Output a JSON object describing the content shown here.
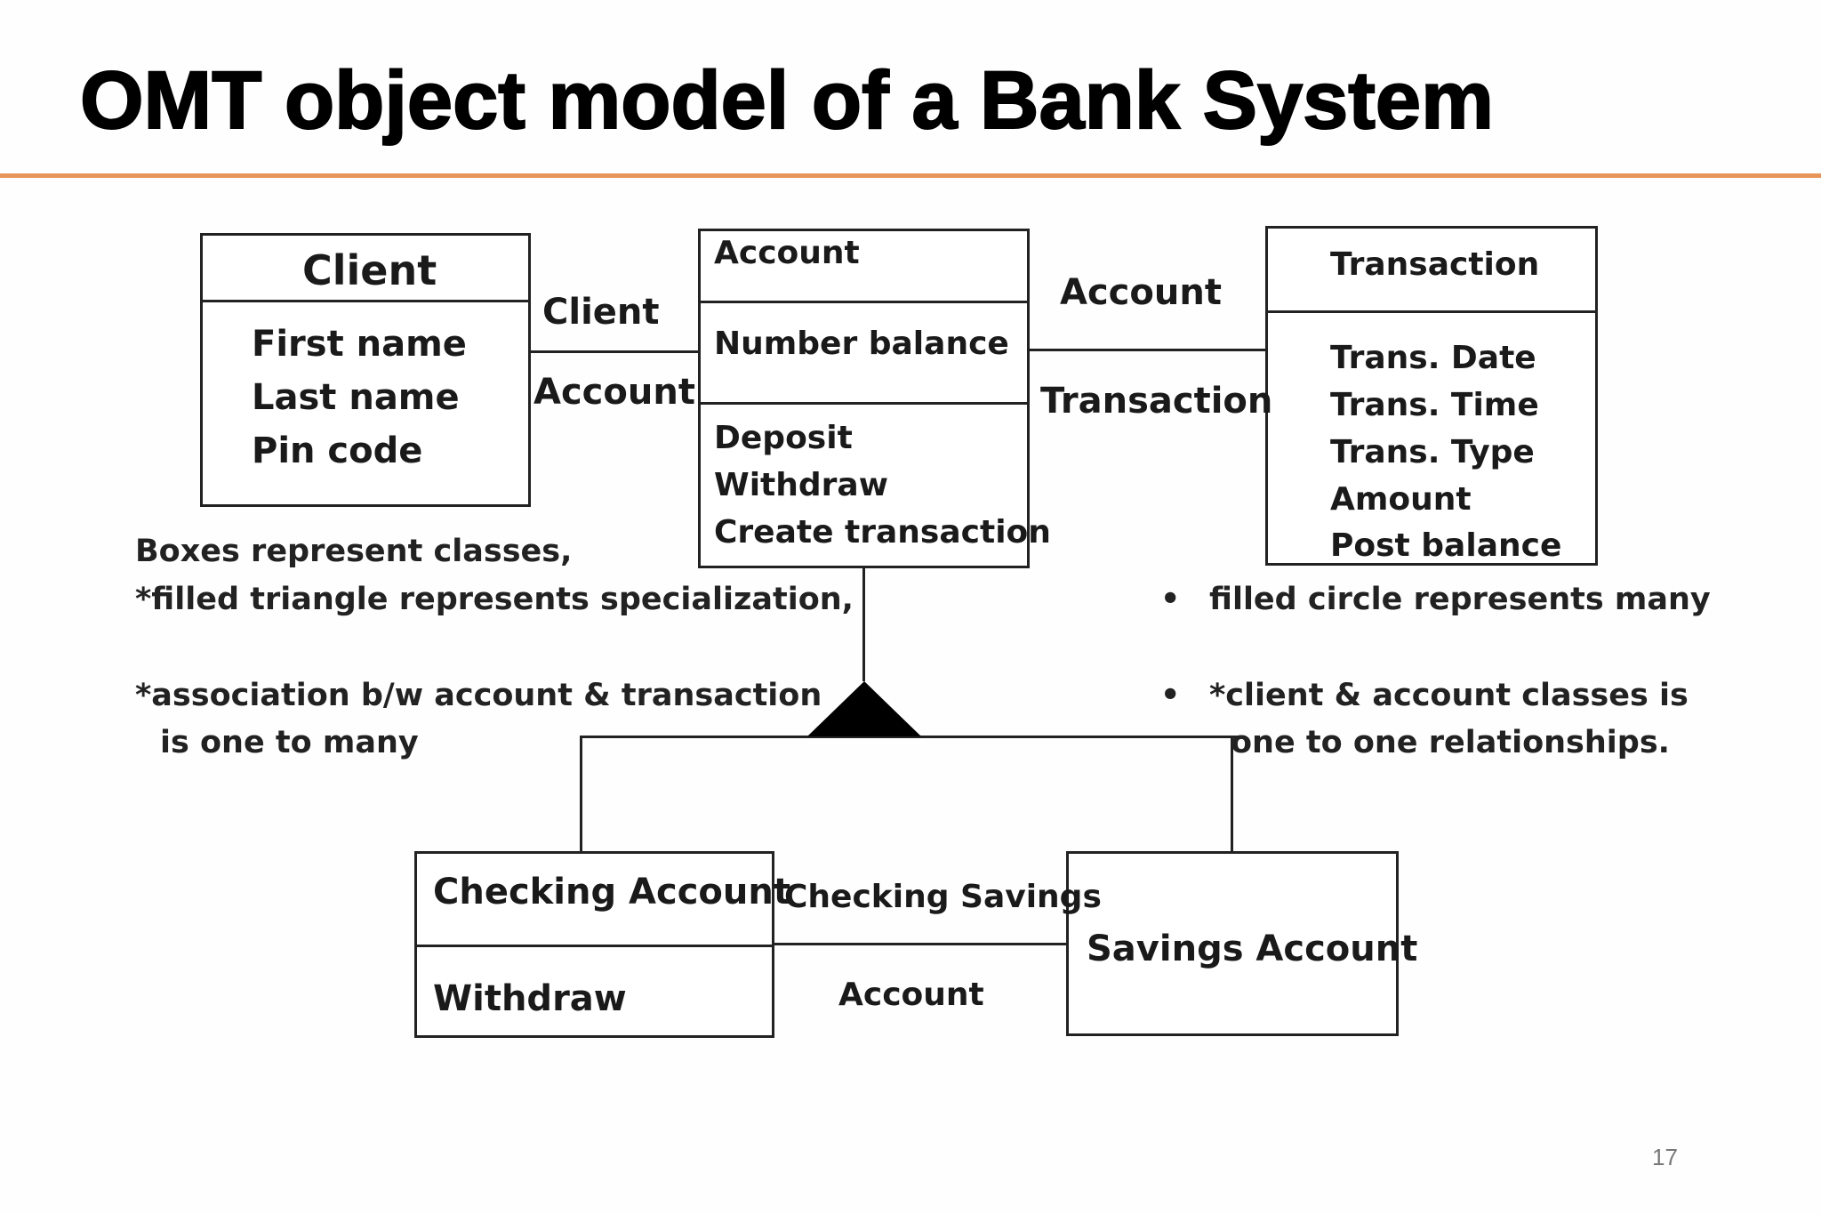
{
  "slide": {
    "title": "OMT object model of a Bank System",
    "page_number": "17",
    "accent_color": "#e8955a"
  },
  "classes": {
    "client": {
      "name": "Client",
      "attributes": [
        "First name",
        "Last name",
        "Pin code"
      ]
    },
    "account": {
      "name": "Account",
      "attributes": [
        "Number balance"
      ],
      "operations": [
        "Deposit",
        "Withdraw",
        "Create transaction"
      ]
    },
    "transaction": {
      "name": "Transaction",
      "attributes": [
        "Trans. Date",
        "Trans. Time",
        "Trans. Type",
        "Amount",
        "Post balance"
      ]
    },
    "checking": {
      "name": "Checking Account",
      "operations": [
        "Withdraw"
      ]
    },
    "savings": {
      "name": "Savings Account"
    }
  },
  "associations": {
    "client_account": {
      "top": "Client",
      "bottom": "Account"
    },
    "account_transaction": {
      "top": "Account",
      "bottom": "Transaction"
    },
    "checking_savings": {
      "top": "Checking Savings",
      "bottom": "Account"
    }
  },
  "notes": {
    "left": [
      "Boxes represent classes,",
      "*filled  triangle represents specialization,",
      "*association b/w account & transaction",
      "is one to many"
    ],
    "right": [
      "filled circle represents many",
      "*client & account classes is",
      "one to one relationships."
    ],
    "bullet": "•"
  }
}
